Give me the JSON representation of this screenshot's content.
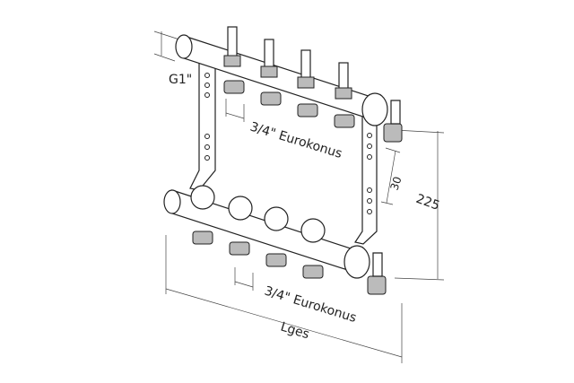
{
  "labels": {
    "inlet_thread": "G1\"",
    "top_outlets": "3/4\" Eurokonus",
    "bottom_outlets": "3/4\" Eurokonus",
    "offset_dim": "30",
    "height_dim": "225",
    "total_length": "Lges"
  },
  "colors": {
    "line": "#222222",
    "background": "#ffffff"
  }
}
